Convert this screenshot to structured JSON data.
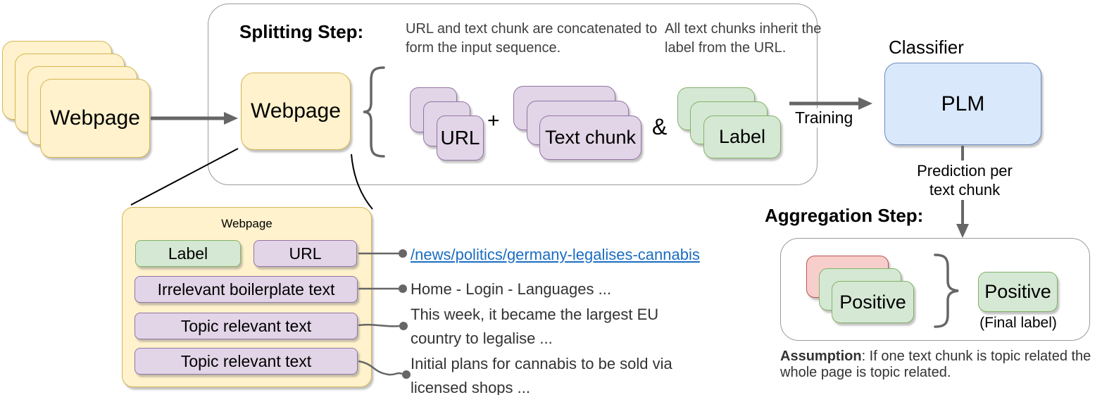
{
  "colors": {
    "yellow_fill": "#fff2cc",
    "yellow_stroke": "#d6b656",
    "purple_fill": "#e1d5e7",
    "purple_stroke": "#9673a6",
    "green_fill": "#d5e8d4",
    "green_stroke": "#82b366",
    "blue_fill": "#dae8fc",
    "blue_stroke": "#6c8ebf",
    "red_fill": "#f8cecc",
    "red_stroke": "#b85450",
    "container_stroke": "#9a9a9a",
    "arrow_gray": "#666666",
    "note_text": "#3f3f3f",
    "link_blue": "#1b6dc1"
  },
  "input": {
    "stack_label": "Webpage"
  },
  "splitting": {
    "title": "Splitting Step:",
    "note_concatenation": "URL and text chunk are concatenated to form the input sequence.",
    "note_inherit": "All text chunks inherit the label from the URL.",
    "webpage_label": "Webpage",
    "url_stack_label": "URL",
    "plus_sign": "+",
    "text_chunk_stack_label": "Text chunk",
    "ampersand": "&",
    "label_stack_label": "Label"
  },
  "classifier": {
    "title": "Classifier",
    "model_label": "PLM",
    "training_arrow_label": "Training",
    "prediction_arrow_label": "Prediction per text chunk"
  },
  "aggregation": {
    "title": "Aggregation Step:",
    "chunk_prediction_label": "Positive",
    "final_label": "Positive",
    "final_caption": "(Final label)",
    "assumption_term": "Assumption",
    "assumption_text": ": If one text chunk is topic related the whole page is topic related."
  },
  "webpage_detail": {
    "title": "Webpage",
    "label_field": "Label",
    "url_field": "URL",
    "rows": [
      "Irrelevant boilerplate text",
      "Topic relevant text",
      "Topic relevant text"
    ],
    "annotations": {
      "url_value": "/news/politics/germany-legalises-cannabis",
      "boilerplate_example": "Home - Login - Languages ...",
      "topic_example_1": "This week, it became the largest EU country to legalise ...",
      "topic_example_2": "Initial plans for cannabis to be sold via licensed shops ..."
    }
  }
}
